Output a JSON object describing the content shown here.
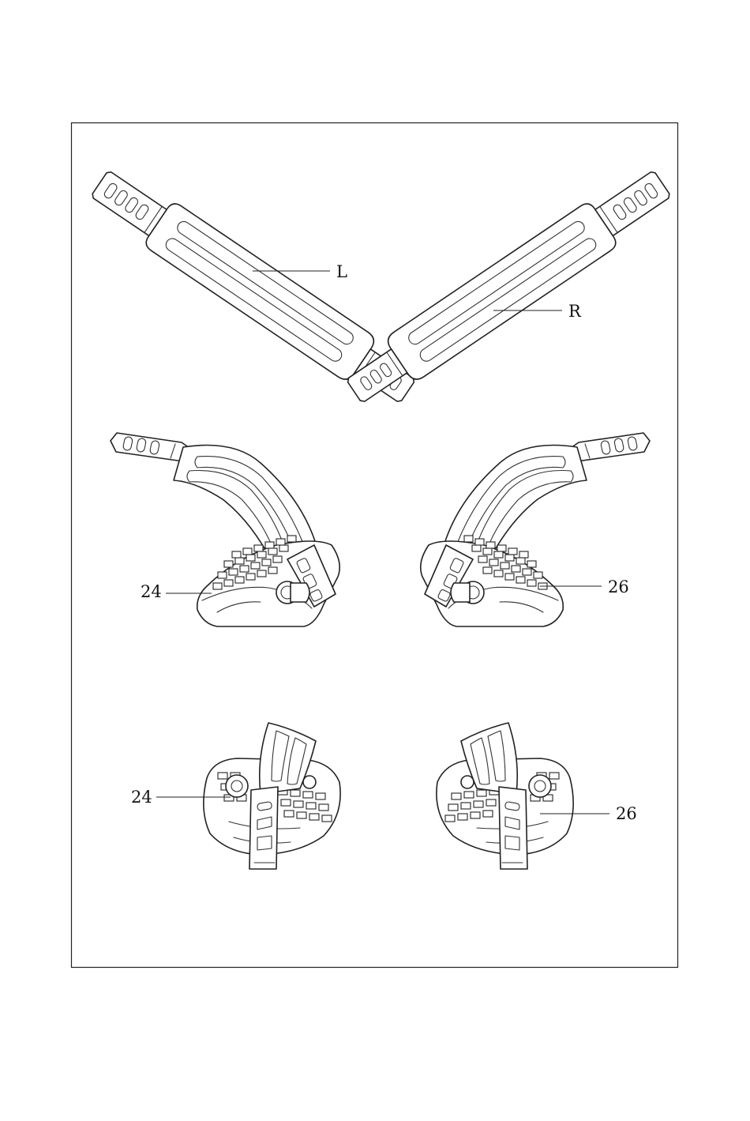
{
  "labels": {
    "strap_left": "L",
    "strap_right": "R",
    "pedal_left_side": "24",
    "pedal_right_side": "26",
    "pedal_left_front": "24",
    "pedal_right_front": "26"
  },
  "colors": {
    "line": "#222222",
    "background": "#ffffff"
  }
}
